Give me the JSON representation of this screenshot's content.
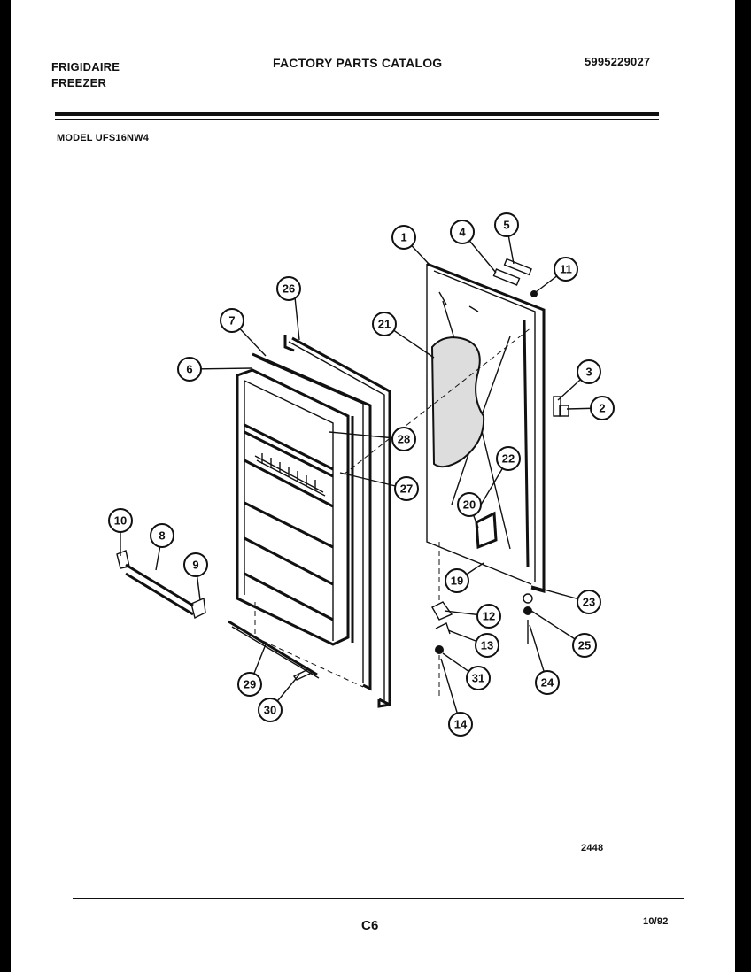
{
  "header": {
    "brand_line1": "FRIGIDAIRE",
    "brand_line2": "FREEZER",
    "title": "FACTORY PARTS CATALOG",
    "part_number": "5995229027",
    "model": "MODEL UFS16NW4"
  },
  "diagram": {
    "callouts": [
      "1",
      "2",
      "3",
      "4",
      "5",
      "6",
      "7",
      "8",
      "9",
      "10",
      "11",
      "12",
      "13",
      "14",
      "19",
      "20",
      "21",
      "22",
      "23",
      "24",
      "25",
      "26",
      "27",
      "28",
      "29",
      "30",
      "31"
    ]
  },
  "footer": {
    "diagram_id": "2448",
    "page_code": "C6",
    "date": "10/92"
  }
}
